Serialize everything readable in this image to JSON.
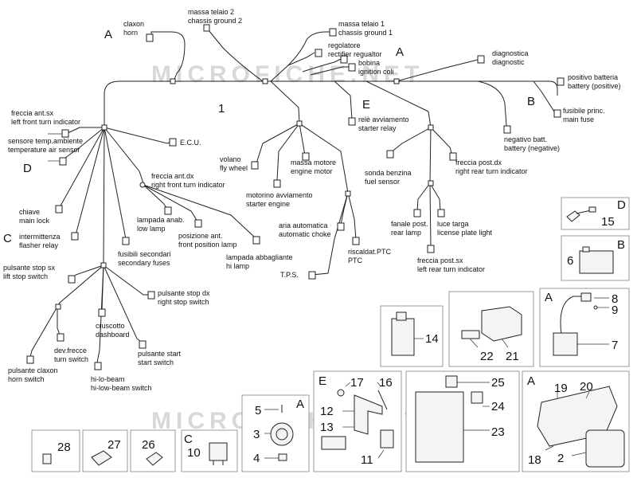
{
  "watermark": "MICROFICHE.NET",
  "sections": {
    "A1": "A",
    "A2": "A",
    "A3": "A",
    "A4": "A",
    "A5": "A",
    "B1": "B",
    "B2": "B",
    "C1": "C",
    "C2": "C",
    "D1": "D",
    "D2": "D",
    "E1": "E",
    "E2": "E",
    "main": "1"
  },
  "labels": {
    "claxon": [
      "claxon",
      "horn"
    ],
    "massa_telaio_2": [
      "massa telaio 2",
      "chassis ground 2"
    ],
    "massa_telaio_1": [
      "massa telaio 1",
      "chassis ground 1"
    ],
    "regolatore": [
      "regolatore",
      "rectifier regualtor"
    ],
    "bobina": [
      "bobina",
      "ignition coli"
    ],
    "diagnostica": [
      "diagnostica",
      "diagnostic"
    ],
    "positivo_batteria": [
      "positivo batteria",
      "battery (positive)"
    ],
    "fusibile_princ": [
      "fusibile princ.",
      "main fuse"
    ],
    "negativo_batt": [
      "negativo batt.",
      "battery (negative)"
    ],
    "rele_avviamento": [
      "relè avviamento",
      "starter relay"
    ],
    "freccia_ant_sx": [
      "freccia ant.sx",
      "left front turn indicator"
    ],
    "sensore_temp": [
      "sensore temp.ambiente",
      "temperature air sensor"
    ],
    "ecu": [
      "E.C.U."
    ],
    "freccia_ant_dx": [
      "freccia ant.dx",
      "right front turn indicator"
    ],
    "volano": [
      "volano",
      "fly wheel"
    ],
    "massa_motore": [
      "massa motore",
      "engine motor"
    ],
    "motorino": [
      "motorino avviamento",
      "starter engine"
    ],
    "sonda_benzina": [
      "sonda benzina",
      "fuel sensor"
    ],
    "freccia_post_dx": [
      "freccia post.dx",
      "right rear turn indicator"
    ],
    "chiave": [
      "chiave",
      "main lock"
    ],
    "lampada_anab": [
      "lampada anab.",
      "low lamp"
    ],
    "posizione_ant": [
      "posizione ant.",
      "front position lamp"
    ],
    "intermittenza": [
      "intermittenza",
      "flasher relay"
    ],
    "fusibili_secondari": [
      "fusibili secondari",
      "secondary fuses"
    ],
    "lampada_abbagliante": [
      "lampada abbagliante",
      "hi lamp"
    ],
    "aria_automatica": [
      "aria automatica",
      "automatic choke"
    ],
    "fanale_post": [
      "fanale post.",
      "rear lamp"
    ],
    "luce_targa": [
      "luce targa",
      "license plate light"
    ],
    "riscaldat": [
      "riscaldat.PTC",
      "PTC"
    ],
    "tps": [
      "T.P.S."
    ],
    "freccia_post_sx": [
      "freccia post.sx",
      "left rear turn indicator"
    ],
    "pulsante_stop_sx": [
      "pulsante stop sx",
      "lift stop switch"
    ],
    "pulsante_stop_dx": [
      "pulsante stop dx",
      "right stop switch"
    ],
    "cruscotto": [
      "cruscotto",
      "dashboard"
    ],
    "dev_frecce": [
      "dev.frecce",
      "turn switch"
    ],
    "pulsante_start": [
      "pulsante start",
      "start switch"
    ],
    "pulsante_claxon": [
      "pulsante claxon",
      "horn switch"
    ],
    "hi_lo_beam": [
      "hi-lo-beam",
      "hi-low-beam switch"
    ]
  },
  "part_numbers": {
    "p1": "15",
    "p2": "6",
    "p3": "8",
    "p4": "9",
    "p5": "7",
    "p6": "14",
    "p7": "22",
    "p8": "21",
    "p9": "17",
    "p10": "16",
    "p11": "12",
    "p12": "13",
    "p13": "11",
    "p14": "25",
    "p15": "24",
    "p16": "23",
    "p17": "19",
    "p18": "20",
    "p19": "18",
    "p20": "2",
    "p21": "5",
    "p22": "3",
    "p23": "4",
    "p24": "10",
    "p25": "26",
    "p26": "27",
    "p27": "28"
  }
}
